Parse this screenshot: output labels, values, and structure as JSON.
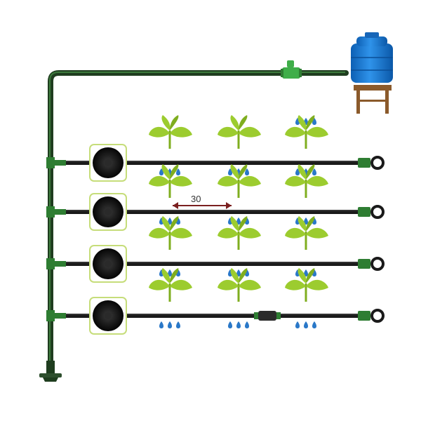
{
  "diagram": {
    "spacing_label": "30",
    "drip_lines": [
      {
        "plants": 3,
        "has_coupler": false
      },
      {
        "plants": 3,
        "has_coupler": false
      },
      {
        "plants": 3,
        "has_coupler": false
      },
      {
        "plants": 3,
        "has_coupler": true
      }
    ],
    "colors": {
      "pipe": "#1a1a1a",
      "main_pipe": "#1f3d1f",
      "fitting_green": "#2e7d32",
      "valve": "#3fae49",
      "leaf": "#9ccc2f",
      "leaf_dark": "#7fae1f",
      "drop": "#2a78c8",
      "tank": "#1e78d2",
      "stand": "#8b5a2b",
      "spool_frame": "#c6dd7a",
      "spool": "#161616",
      "arrow": "#7a1f1f"
    },
    "icons": {
      "tank": "water-tank-icon",
      "valve": "ball-valve-icon",
      "spool": "drip-tape-spool-icon",
      "plant": "seedling-icon",
      "drop": "water-drop-icon",
      "end_cap": "end-cap-icon",
      "coupler": "inline-coupler-icon"
    }
  }
}
